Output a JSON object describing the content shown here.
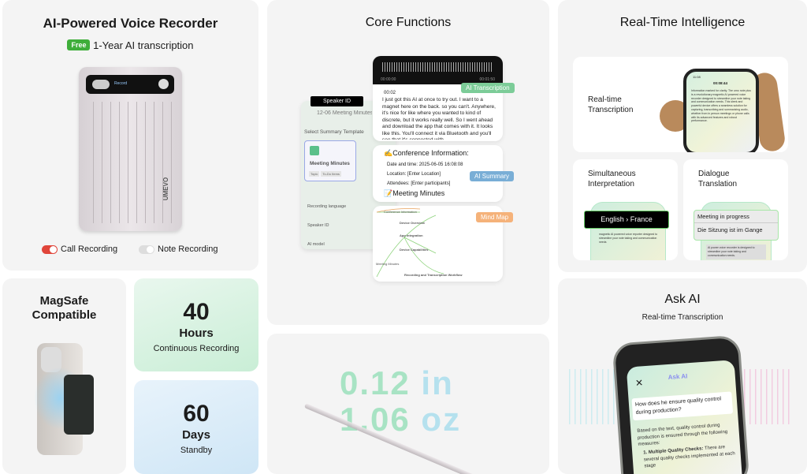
{
  "recorder": {
    "title": "AI-Powered Voice Recorder",
    "badge": "Free",
    "subtitle": "1-Year AI transcription",
    "brand": "UMEVO",
    "screen_text": "Record",
    "toggles": [
      {
        "label": "Call Recording",
        "on": true
      },
      {
        "label": "Note Recording",
        "on": false
      }
    ]
  },
  "magsafe": {
    "title": "MagSafe Compatible"
  },
  "hours": {
    "number": "40",
    "unit": "Hours",
    "caption": "Continuous Recording"
  },
  "days": {
    "number": "60",
    "unit": "Days",
    "caption": "Standby"
  },
  "core": {
    "title": "Core Functions",
    "speaker_tag": "Speaker ID",
    "meeting_title": "12-06 Meeting Minutes",
    "select_template": "Select Summary Template",
    "template_name": "Meeting Minutes",
    "chips": [
      "Topic",
      "To-Do Items"
    ],
    "settings": [
      "Recording language",
      "Speaker ID",
      "AI model"
    ],
    "time_start": "00:00:00",
    "time_end": "00:01:50",
    "transcription_tag": "AI Transcription",
    "timestamp": "00:02",
    "transcript": "I just got this AI at once to try out. I want to a magnet here on the back. so you can't. Anywhere, it's nice for like where you wanted to kind of discrete, but it works really well. So I went ahead and download the app that comes with it. It looks like this. You'll connect it via Bluetooth and you'll see that it's connected with",
    "summary_tag": "AI Summary",
    "conf_heading": "✍Conference Information:",
    "conf_items": [
      "Date and time: 2025-06-05 16:08:08",
      "Location: [Enter Location]",
      "Attendees: [Enter participants]"
    ],
    "minutes_heading": "📝Meeting Minutes",
    "mindmap_tag": "Mind Map",
    "mindmap_nodes": [
      "Conference Information",
      "Device Overview",
      "App Integration",
      "Device Capabilities",
      "Recording and Transcription Workflow",
      "Meeting Minutes"
    ]
  },
  "thin": {
    "line1_num": "0.12",
    "line1_unit": "in",
    "line2_num": "1.06",
    "line2_unit": "oz"
  },
  "intel": {
    "title": "Real-Time Intelligence",
    "realtime": "Real-time Transcription",
    "phone_time": "11:08",
    "phone_timer": "00:08:44",
    "phone_text": "Information marked for clarity. The umo note plus is a revolutionary magnetic AI powered voice recorder designed to streamline your note taking and communication needs. This sleek and powerful device offers a seamless solution for capturing, transcribing and summarizing audio, whether from in person meetings or phone calls with its advanced features and robust performance.",
    "simul": "Simultaneous Interpretation",
    "lang_from": "English",
    "lang_to": "France",
    "simul_text": "magnetic AI powered voice reporter designed to streamline your note taking and communication needs",
    "dialogue": "Dialogue Translation",
    "dialogue_lines": [
      "Meeting in progress",
      "Die Sitzung ist im Gange"
    ],
    "dialogue_text": "AI power voice recorder is designed to streamline your note taking and communication needs."
  },
  "ask": {
    "title": "Ask AI",
    "subtitle": "Real-time Transcription",
    "screen_title": "Ask AI",
    "question": "How does he ensure quality control during production?",
    "answer": "Based on the text, quality control during production is ensured through the following measures:",
    "point_bold": "1. Multiple Quality Checks:",
    "point_text": "There are several quality checks implemented at each stage"
  }
}
